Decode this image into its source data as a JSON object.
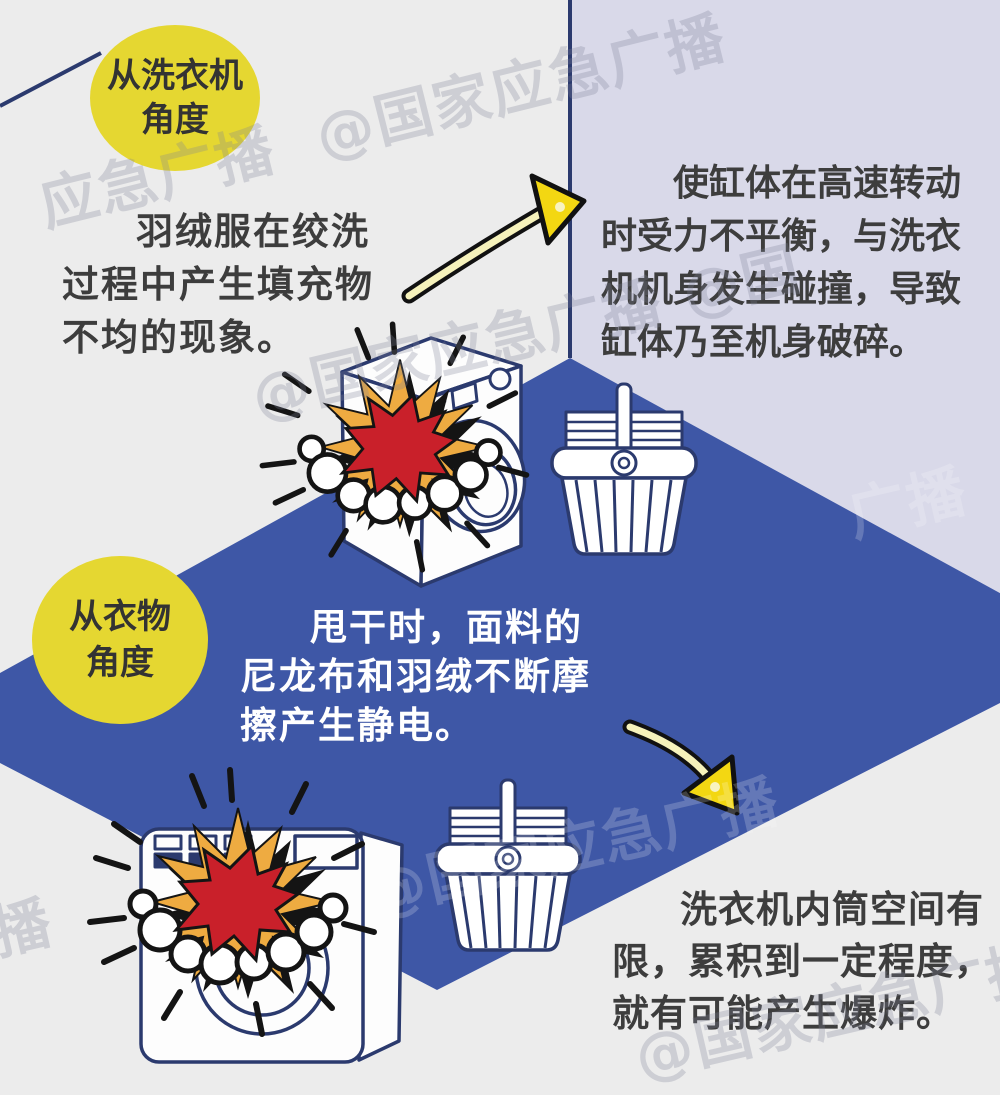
{
  "colors": {
    "background": "#ececec",
    "wall": "#d9d9e9",
    "floor": "#3e57a6",
    "outline": "#2b3a6e",
    "badge_yellow": "#e5d731",
    "explosion_red": "#c9202a",
    "explosion_orange": "#eeab41",
    "arrow_yellow": "#f3d712",
    "text_dark": "#3d3d3d",
    "text_light": "#ffffff"
  },
  "watermark": {
    "label": "@国家应急广播",
    "fragments": [
      "应急广播  @国家应急广播",
      "@国家应急广播 @国",
      "播",
      "@国家应急广播",
      "@国家应急广播",
      "广播"
    ]
  },
  "badges": {
    "machine": {
      "line1": "从洗衣机",
      "line2": "角度"
    },
    "clothing": {
      "line1": "从衣物",
      "line2": "角度"
    }
  },
  "paragraphs": {
    "machine_cause": {
      "lines": [
        "羽绒服在绞洗",
        "过程中产生填充物",
        "不均的现象。"
      ]
    },
    "machine_effect": {
      "lines": [
        "使缸体在高速转动",
        "时受力不平衡，与洗衣",
        "机机身发生碰撞，导致",
        "缸体乃至机身破碎。"
      ]
    },
    "clothing_cause": {
      "lines": [
        "甩干时，面料的",
        "尼龙布和羽绒不断摩",
        "擦产生静电。"
      ]
    },
    "clothing_effect": {
      "lines": [
        "洗衣机内筒空间有",
        "限，累积到一定程度，",
        "就有可能产生爆炸。"
      ]
    }
  }
}
